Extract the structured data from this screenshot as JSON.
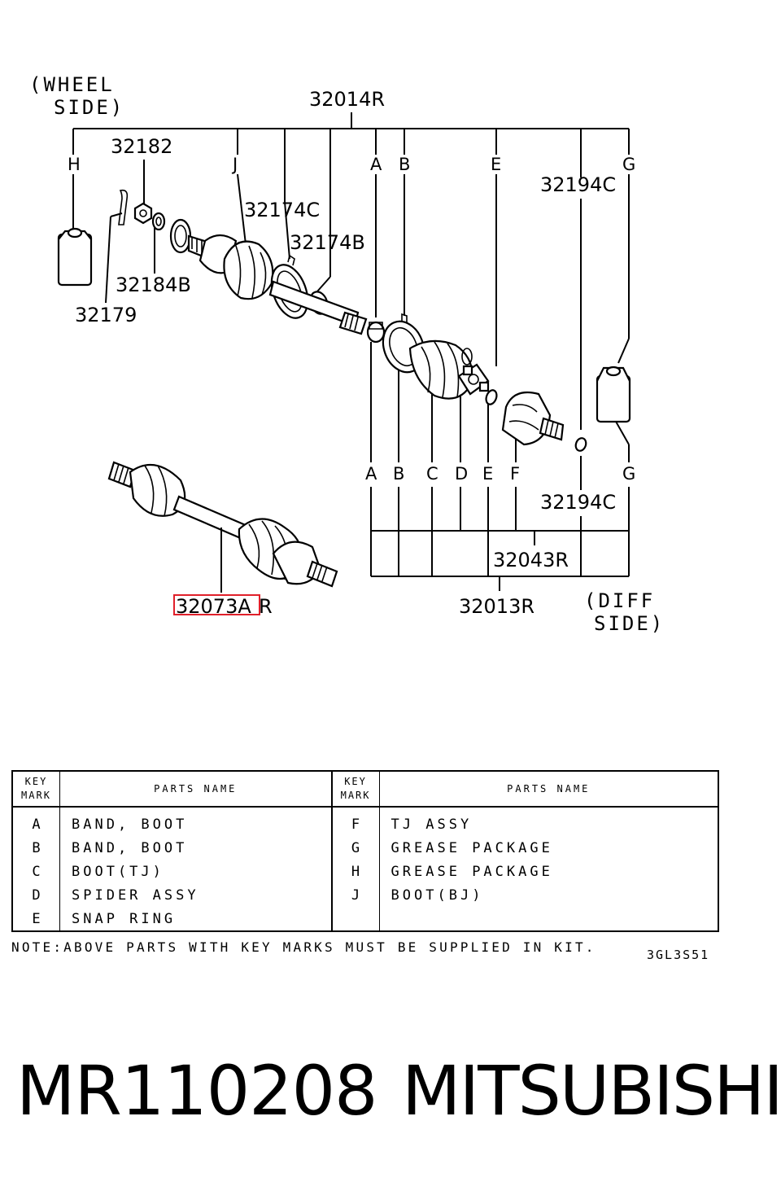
{
  "diagram": {
    "wheel_side": [
      "(WHEEL",
      "SIDE)"
    ],
    "diff_side": [
      "(DIFF",
      "SIDE)"
    ],
    "parts": {
      "p32014r": "32014R",
      "p32182": "32182",
      "p32174c": "32174C",
      "p32174b": "32174B",
      "p32184b": "32184B",
      "p32179": "32179",
      "p32194c_top": "32194C",
      "p32194c_bottom": "32194C",
      "p32043r": "32043R",
      "p32013r": "32013R",
      "p32073a_main": "32073A",
      "p32073a_suffix": "R"
    },
    "top_letters": [
      "H",
      "J",
      "A",
      "B",
      "E",
      "G"
    ],
    "bottom_letters": [
      "A",
      "B",
      "C",
      "D",
      "E",
      "F",
      "G"
    ],
    "highlight_color": "#e0202a"
  },
  "table": {
    "key_header": [
      "KEY",
      "MARK"
    ],
    "name_header": "PARTS NAME",
    "left_rows": [
      {
        "key": "A",
        "name": "BAND, BOOT"
      },
      {
        "key": "B",
        "name": "BAND, BOOT"
      },
      {
        "key": "C",
        "name": "BOOT(TJ)"
      },
      {
        "key": "D",
        "name": "SPIDER ASSY"
      },
      {
        "key": "E",
        "name": "SNAP RING"
      }
    ],
    "right_rows": [
      {
        "key": "F",
        "name": "TJ ASSY"
      },
      {
        "key": "G",
        "name": "GREASE PACKAGE"
      },
      {
        "key": "H",
        "name": "GREASE PACKAGE"
      },
      {
        "key": "J",
        "name": "BOOT(BJ)"
      },
      {
        "key": "",
        "name": ""
      }
    ]
  },
  "note": "NOTE:ABOVE PARTS WITH KEY MARKS MUST BE SUPPLIED IN KIT.",
  "drawing_code": "3GL3S51",
  "footer": {
    "part_number": "MR110208",
    "brand": "MITSUBISHI"
  }
}
